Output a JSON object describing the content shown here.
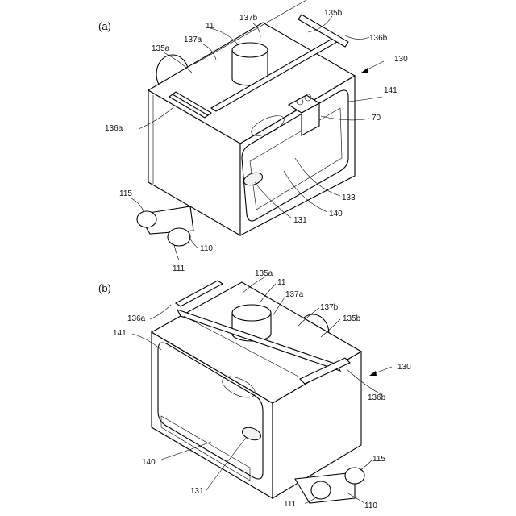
{
  "panel_a": {
    "label": "(a)",
    "refs": {
      "r11": "11",
      "r137b": "137b",
      "r135b": "135b",
      "r137a": "137a",
      "r135a": "135a",
      "r136b": "136b",
      "r130": "130",
      "r141": "141",
      "r136a": "136a",
      "r70": "70",
      "r133": "133",
      "r140": "140",
      "r131": "131",
      "r115": "115",
      "r110": "110",
      "r111": "111"
    }
  },
  "panel_b": {
    "label": "(b)",
    "refs": {
      "r135a": "135a",
      "r11": "11",
      "r137a": "137a",
      "r137b": "137b",
      "r136a": "136a",
      "r135b": "135b",
      "r141": "141",
      "r130": "130",
      "r136b": "136b",
      "r140": "140",
      "r131": "131",
      "r115": "115",
      "r111": "111",
      "r110": "110"
    }
  }
}
